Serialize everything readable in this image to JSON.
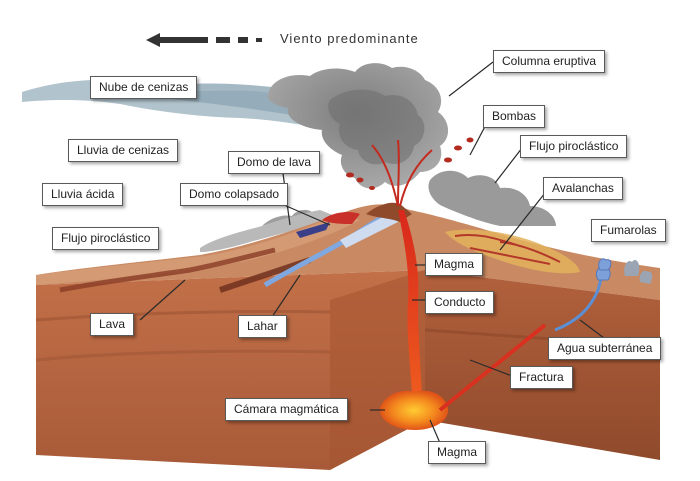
{
  "wind": {
    "text": "Viento predominante"
  },
  "labels": {
    "nube_cenizas": "Nube de cenizas",
    "lluvia_cenizas": "Lluvia de cenizas",
    "lluvia_acida": "Lluvia ácida",
    "flujo_piro_izq": "Flujo piroclástico",
    "domo_lava": "Domo de lava",
    "domo_colapsado": "Domo colapsado",
    "lava": "Lava",
    "lahar": "Lahar",
    "columna": "Columna eruptiva",
    "bombas": "Bombas",
    "flujo_piro_der": "Flujo piroclástico",
    "avalanchas": "Avalanchas",
    "fumarolas": "Fumarolas",
    "magma_sup": "Magma",
    "conducto": "Conducto",
    "agua": "Agua subterránea",
    "fractura": "Fractura",
    "camara": "Cámara magmática",
    "magma_inf": "Magma"
  },
  "colors": {
    "block_front": "#b5653f",
    "block_side": "#9c5433",
    "surface": "#c98a63",
    "magma": "#d9301f",
    "water": "#5b8fd6",
    "ash": "#8c8c8c",
    "cloud": "#a9bcc6"
  }
}
